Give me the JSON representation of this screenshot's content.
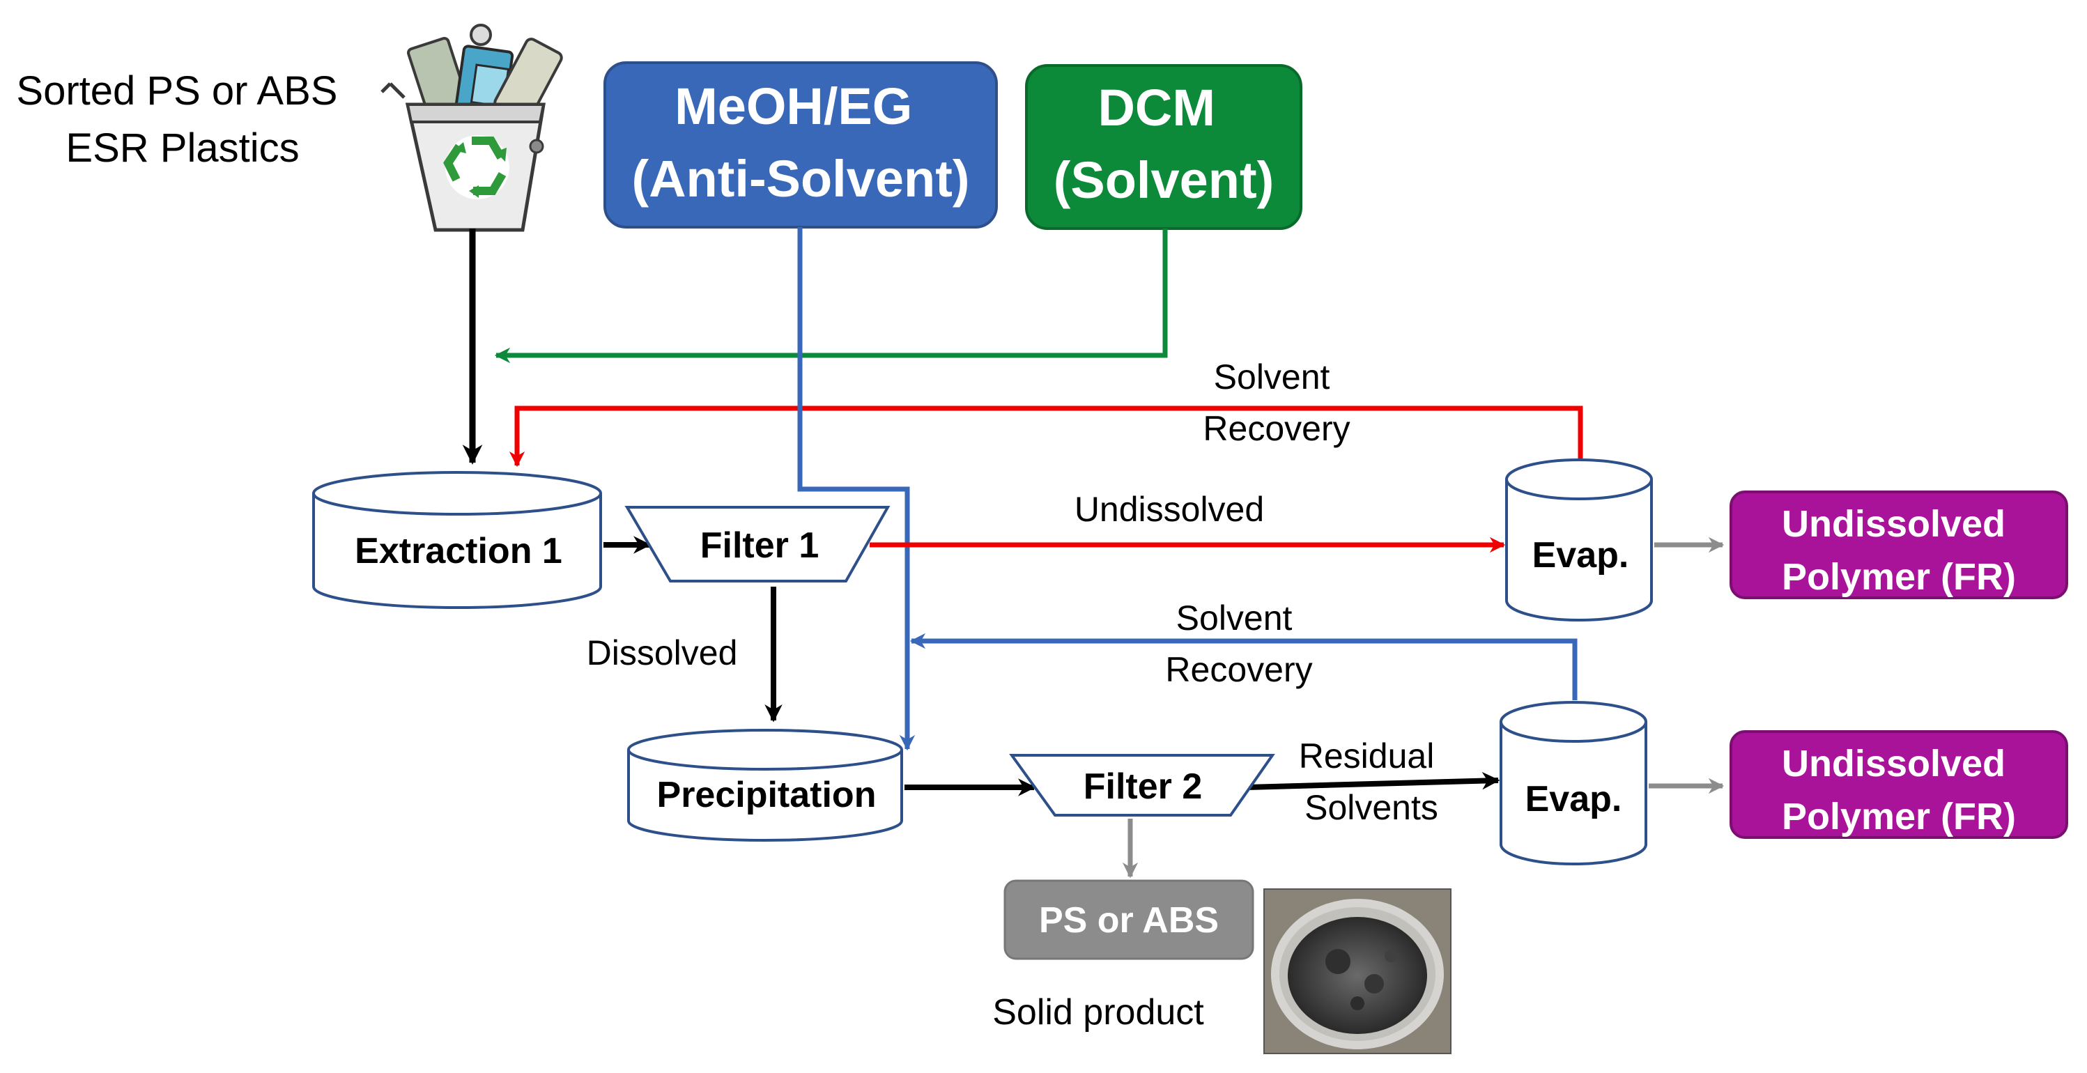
{
  "source": {
    "lines": [
      "Sorted PS or ABS",
      "ESR Plastics"
    ]
  },
  "anti_solvent": {
    "lines": [
      "MeOH/EG",
      "(Anti-Solvent)"
    ],
    "color": "#3a68b8"
  },
  "solvent": {
    "lines": [
      "DCM",
      "(Solvent)"
    ],
    "color": "#0c8a3a"
  },
  "units": {
    "extraction": "Extraction 1",
    "filter1": "Filter 1",
    "precipitation": "Precipitation",
    "filter2": "Filter 2",
    "evap_top": "Evap.",
    "evap_bottom": "Evap."
  },
  "flow_labels": {
    "solvent_recovery_top": [
      "Solvent",
      "Recovery"
    ],
    "undissolved": "Undissolved",
    "dissolved": "Dissolved",
    "solvent_recovery_bottom": [
      "Solvent",
      "Recovery"
    ],
    "residual_solvents": [
      "Residual",
      "Solvents"
    ]
  },
  "outputs": {
    "top": [
      "Undissolved",
      "Polymer (FR)"
    ],
    "bottom": [
      "Undissolved",
      "Polymer (FR)"
    ],
    "product": "PS or ABS",
    "product_caption": "Solid product",
    "output_color": "#a8139a",
    "product_color": "#8c8c8c"
  },
  "flow_colors": {
    "main": "#000000",
    "recovery_top": "#f00000",
    "anti_solvent": "#3a68b8",
    "solvent": "#0c8a3a",
    "output": "#8c8c8c"
  },
  "icons": [
    "recycle-bin-icon",
    "product-photo"
  ]
}
